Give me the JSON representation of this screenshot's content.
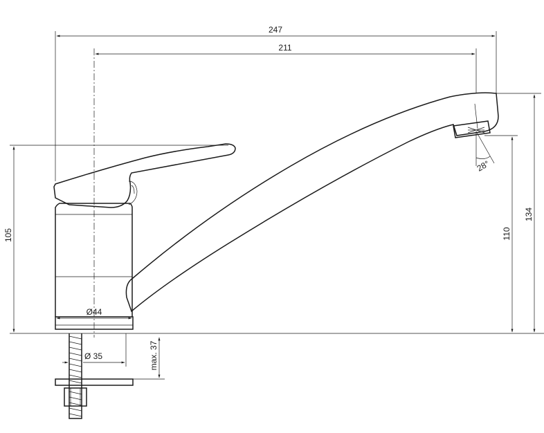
{
  "dimensions": {
    "total_length": "247",
    "spout_reach": "211",
    "handle_height": "105",
    "spout_height": "134",
    "outlet_height": "110",
    "base_diameter": "Ø44",
    "hole_diameter": "Ø 35",
    "max_thickness": "max. 37",
    "outlet_angle": "28°"
  }
}
